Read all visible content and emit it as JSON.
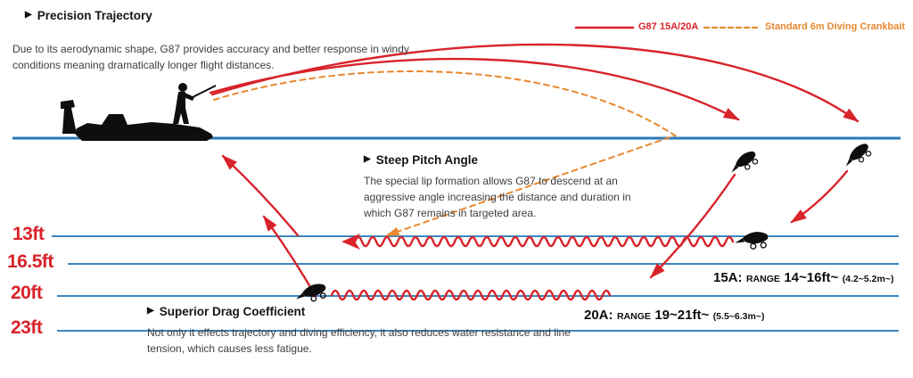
{
  "colors": {
    "red": "#d8232a",
    "orange": "#e8882f",
    "blue": "#2a79b6",
    "ink": "#151515",
    "body_text": "#3d3d3d"
  },
  "icons": {
    "section_marker": "▶"
  },
  "legend": {
    "g87": {
      "label": "G87 15A/20A",
      "style": "solid-red-line"
    },
    "standard": {
      "label": "Standard 6m Diving Crankbait",
      "style": "dashed-orange-line"
    }
  },
  "sections": {
    "precision": {
      "title": "Precision Trajectory",
      "body": "Due to its aerodynamic shape, G87 provides accuracy and better response in windy conditions meaning dramatically longer flight distances."
    },
    "pitch": {
      "title": "Steep Pitch Angle",
      "body": "The special lip formation allows G87 to descend at an aggressive angle increasing the distance and duration in which G87 remains in targeted area."
    },
    "drag": {
      "title": "Superior Drag Coefficient",
      "body": "Not only it effects trajectory and diving efficiency, it also reduces water resistance and line tension, which causes less fatigue."
    }
  },
  "depth_labels": [
    {
      "label": "13ft"
    },
    {
      "label": "16.5ft"
    },
    {
      "label": "20ft"
    },
    {
      "label": "23ft"
    }
  ],
  "ranges": {
    "r15a": {
      "model": "15A:",
      "range_word": "RANGE",
      "value": "14~16ft~",
      "metric": "(4.2~5.2m~)"
    },
    "r20a": {
      "model": "20A:",
      "range_word": "RANGE",
      "value": "19~21ft~",
      "metric": "(5.5~6.3m~)"
    }
  }
}
